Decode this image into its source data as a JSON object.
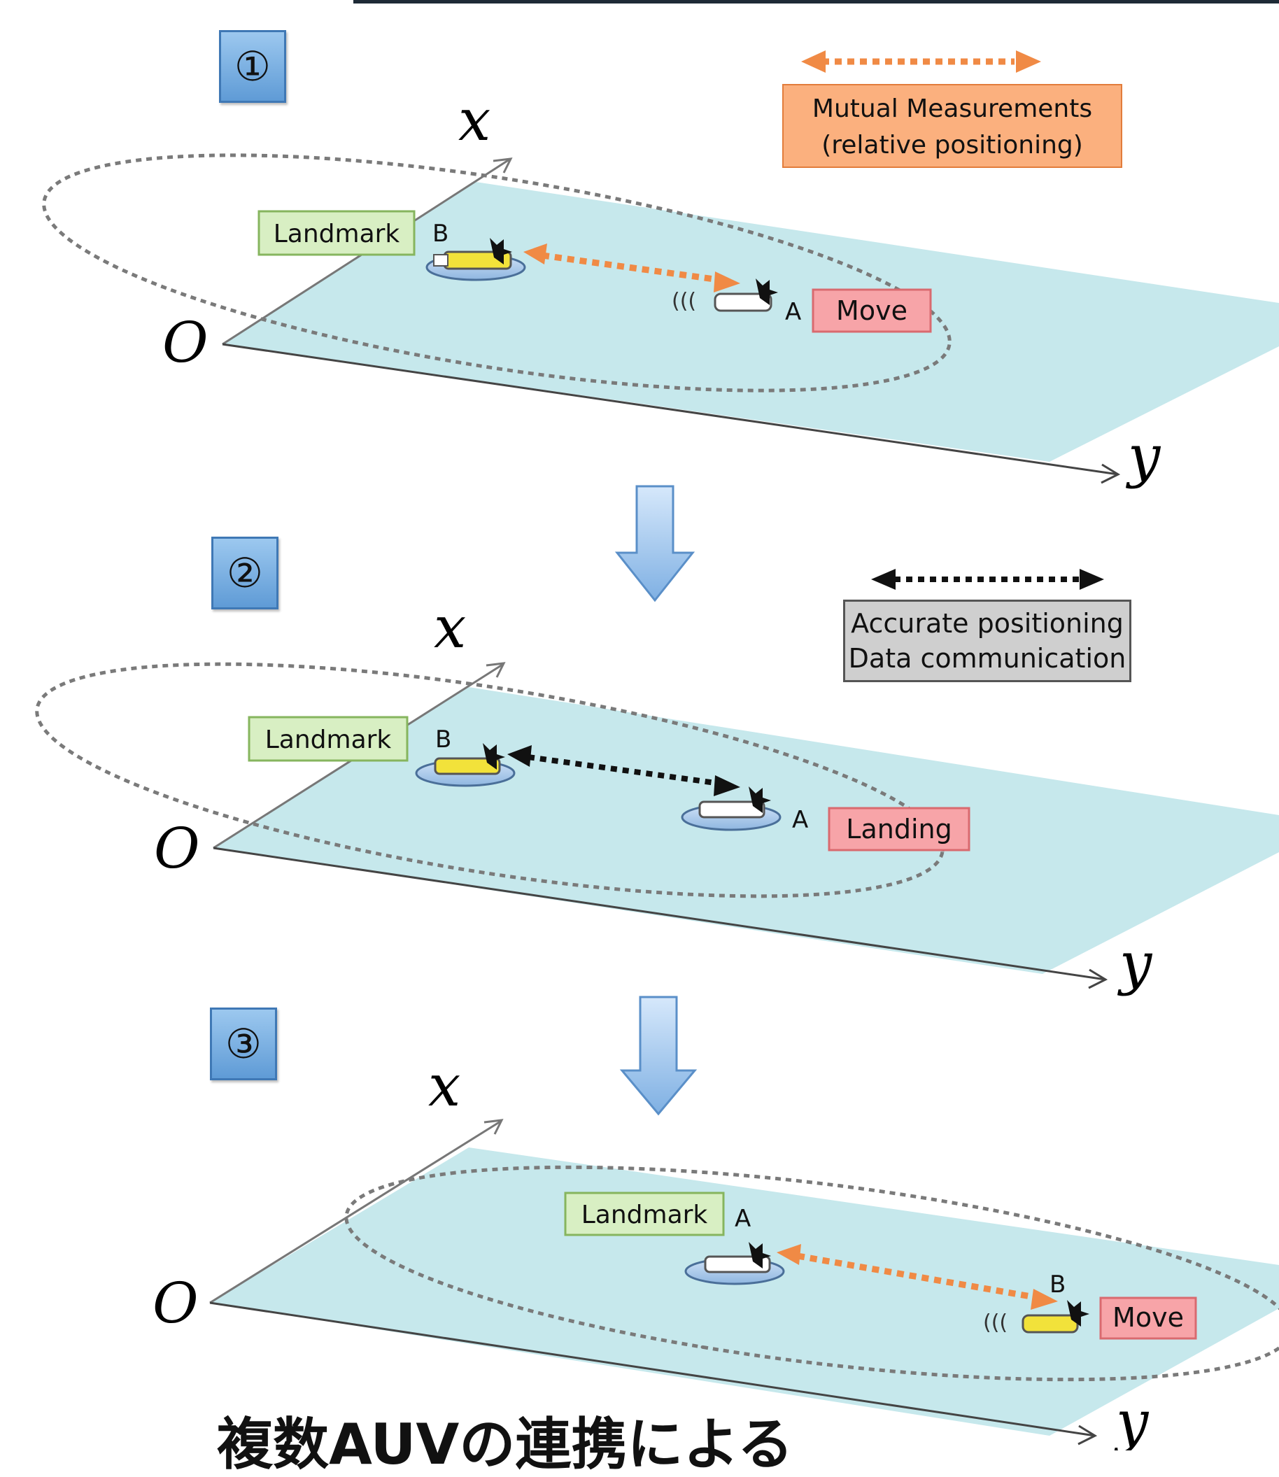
{
  "legend": {
    "mutual_line1": "Mutual Measurements",
    "mutual_line2": "(relative positioning)",
    "accurate_line1": "Accurate positioning",
    "accurate_line2": "Data communication"
  },
  "panels": [
    {
      "step": "①",
      "axis_x": "x",
      "axis_y": "y",
      "origin": "O",
      "landmark": "Landmark",
      "vehicle_b": "B",
      "vehicle_a": "A",
      "action": "Move",
      "link": "mutual"
    },
    {
      "step": "②",
      "axis_x": "x",
      "axis_y": "y",
      "origin": "O",
      "landmark": "Landmark",
      "vehicle_b": "B",
      "vehicle_a": "A",
      "action": "Landing",
      "link": "accurate"
    },
    {
      "step": "③",
      "axis_x": "x",
      "axis_y": "y",
      "origin": "O",
      "landmark": "Landmark",
      "vehicle_a": "A",
      "vehicle_b": "B",
      "action": "Move",
      "link": "mutual"
    }
  ],
  "caption": "複数AUVの連携による",
  "colors": {
    "plane": "#c6e8ec",
    "orange_arrow": "#f08a45",
    "landmark_fill": "#d8efc3",
    "action_fill": "#f7a4a8",
    "step_fill": "#7fb4e6",
    "flow_arrow": "#a9cdf0",
    "vehicle_yellow": "#f2e23a",
    "vehicle_white": "#ffffff"
  }
}
